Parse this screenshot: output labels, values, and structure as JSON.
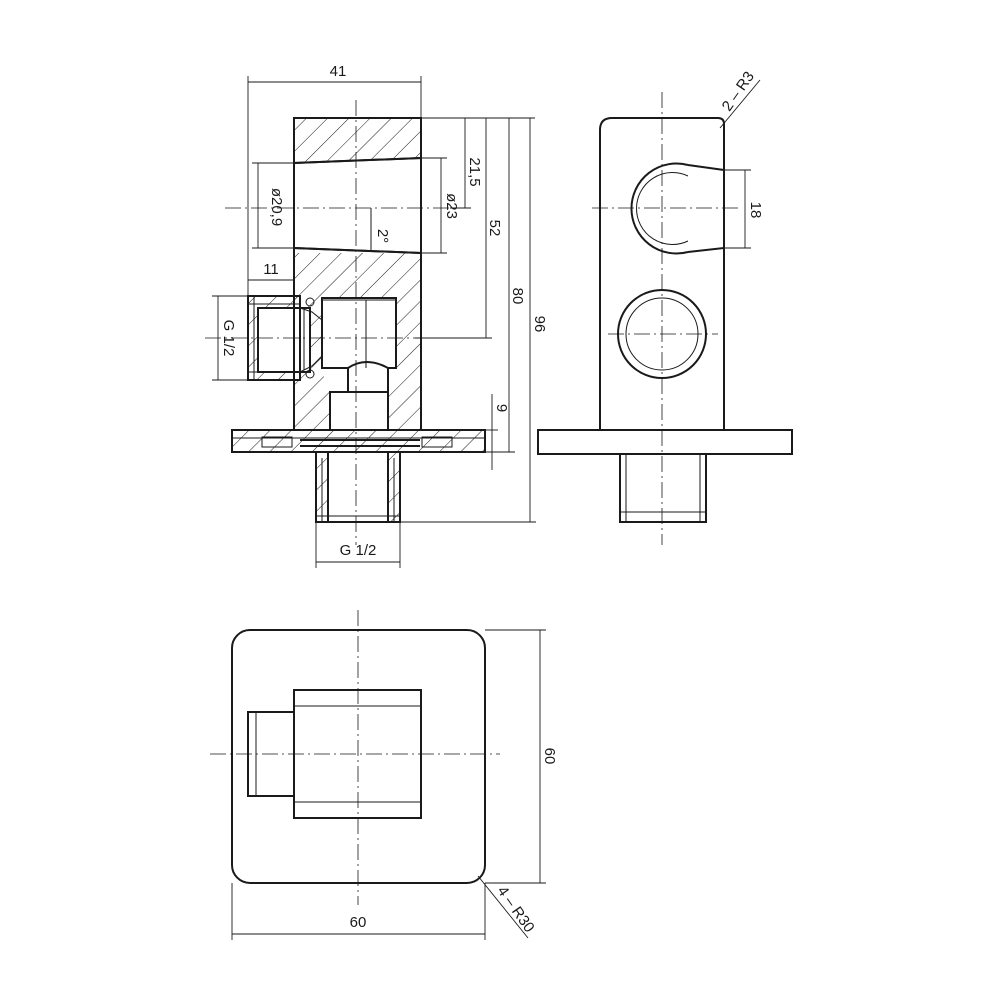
{
  "dimensions": {
    "width_41": "41",
    "depth_21_5": "21,5",
    "height_52": "52",
    "height_80": "80",
    "height_96": "96",
    "dia_20_9": "ø20,9",
    "dia_23": "ø23",
    "angle_2": "2°",
    "len_11": "11",
    "thread_side": "G 1/2",
    "thread_bottom": "G 1/2",
    "plate_9": "9",
    "radius_top": "2 – R3",
    "outlet_18": "18",
    "plate_height_60": "60",
    "plate_width_60": "60",
    "radius_corner": "4 – R30"
  }
}
